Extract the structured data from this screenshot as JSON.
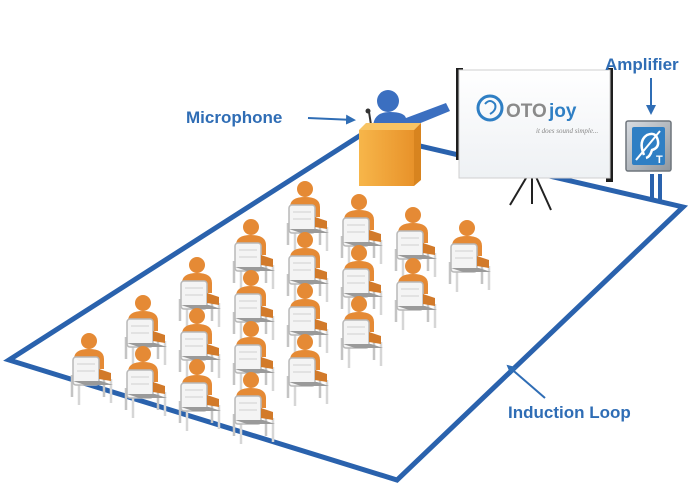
{
  "labels": {
    "microphone": "Microphone",
    "amplifier": "Amplifier",
    "induction_loop": "Induction Loop"
  },
  "screen": {
    "brand_prefix": "OTO",
    "brand_suffix": "joy",
    "tagline": "it does sound simple..."
  },
  "amplifier_badge": "T",
  "seating": {
    "rows": 5,
    "seats_per_row": 4
  },
  "colors": {
    "label_blue": "#2f6db5",
    "loop_blue": "#2a62ad",
    "chair_orange": "#e58a35",
    "speaker_blue": "#3b6fc0",
    "podium_orange": "#f5a623",
    "brand_blue": "#2f7fc4",
    "brand_grey": "#8a8a8a"
  },
  "icons": [
    "hearing-loop-icon",
    "arrow-icon",
    "microphone-icon",
    "projector-screen-icon"
  ]
}
